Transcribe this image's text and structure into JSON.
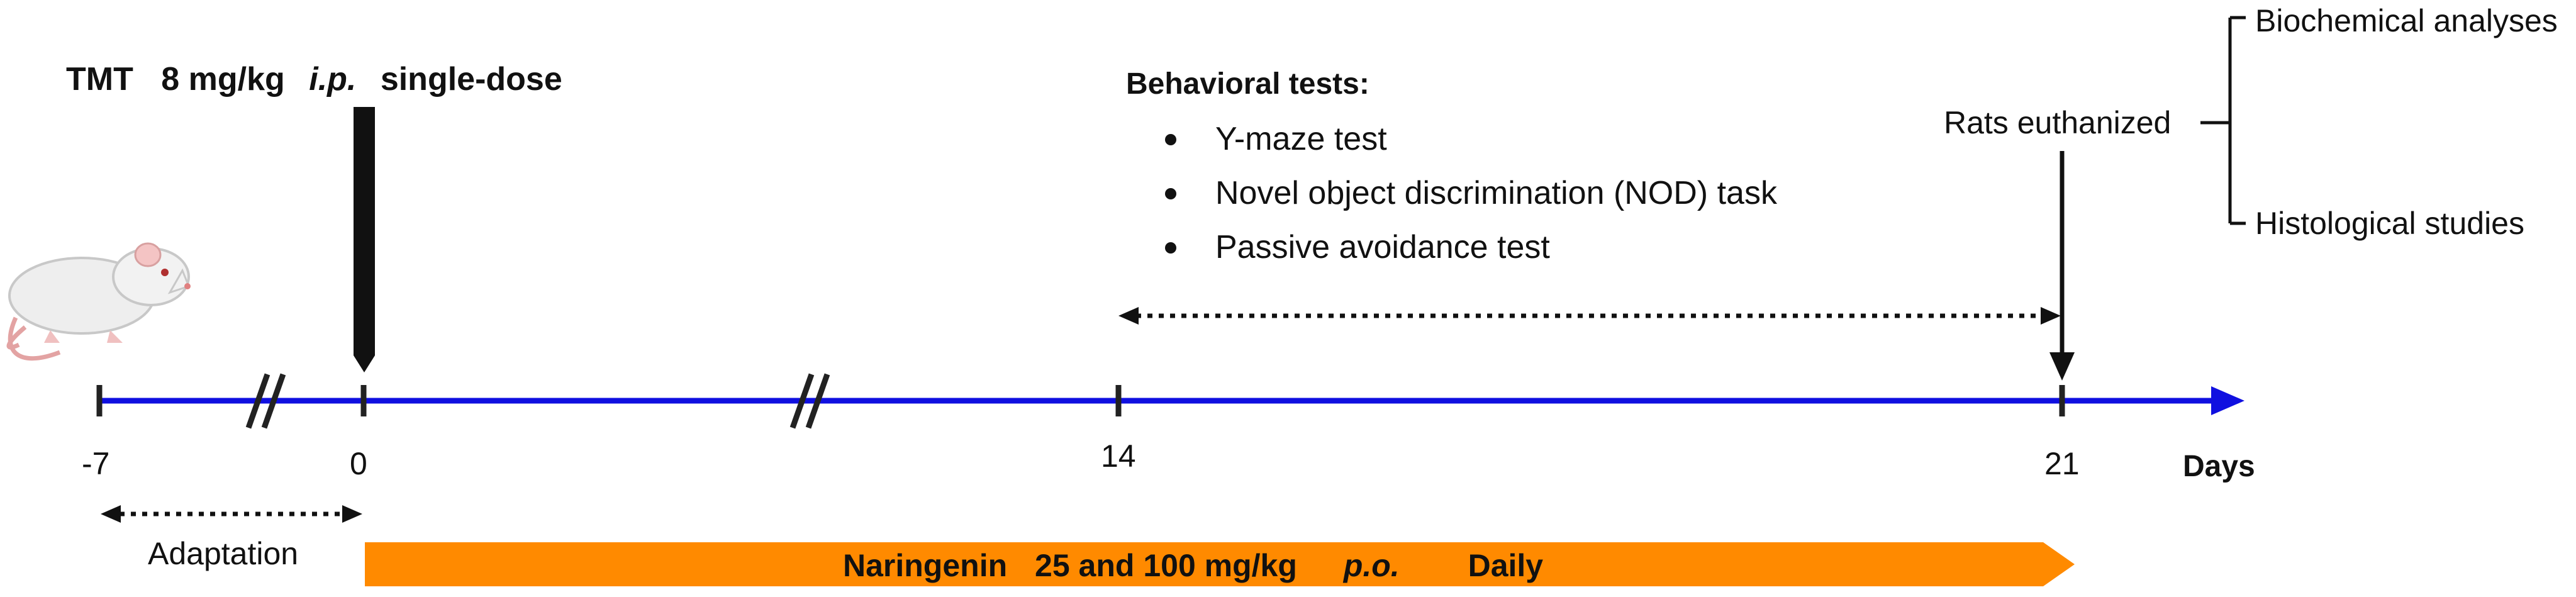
{
  "treatment": {
    "drug": "TMT",
    "dose": "8 mg/kg",
    "route": "i.p.",
    "regimen": "single-dose"
  },
  "behavioral_tests": {
    "heading": "Behavioral tests:",
    "items": [
      "Y-maze test",
      "Novel object discrimination (NOD) task",
      "Passive avoidance test"
    ]
  },
  "euthanasia": {
    "label": "Rats euthanized",
    "outcomes": [
      "Biochemical analyses",
      "Histological studies"
    ]
  },
  "timeline": {
    "ticks": [
      "-7",
      "0",
      "14",
      "21"
    ],
    "unit_label": "Days",
    "axis_color": "#1010e0"
  },
  "adaptation": {
    "label": "Adaptation"
  },
  "naringenin_bar": {
    "name": "Naringenin",
    "dose": "25 and 100 mg/kg",
    "route": "p.o.",
    "frequency": "Daily",
    "color": "#ff8a00"
  },
  "animal": {
    "icon": "rat-icon"
  }
}
